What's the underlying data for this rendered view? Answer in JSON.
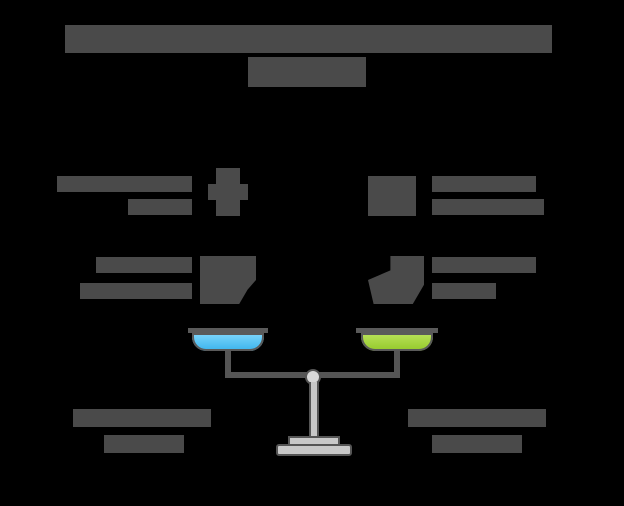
{
  "title": {
    "line1": "[obscured title text, line 1]",
    "line2": "[obscured title text, line 2]",
    "redacted": true
  },
  "left_factors": [
    {
      "label": "[obscured label]",
      "icon": "obscured-icon-1",
      "redacted": true
    },
    {
      "label": "[obscured label]",
      "icon": "obscured-icon-2",
      "redacted": true
    }
  ],
  "right_factors": [
    {
      "label": "[obscured label]",
      "icon": "obscured-icon-3",
      "redacted": true
    },
    {
      "label": "[obscured label]",
      "icon": "obscured-icon-4",
      "redacted": true
    }
  ],
  "scale": {
    "left_pan_color": "#4fc3f7",
    "right_pan_color": "#a5d63a",
    "frame_color": "#555555",
    "stand_color": "#b8b8b8",
    "left_caption": "[obscured caption]",
    "right_caption": "[obscured caption]"
  }
}
